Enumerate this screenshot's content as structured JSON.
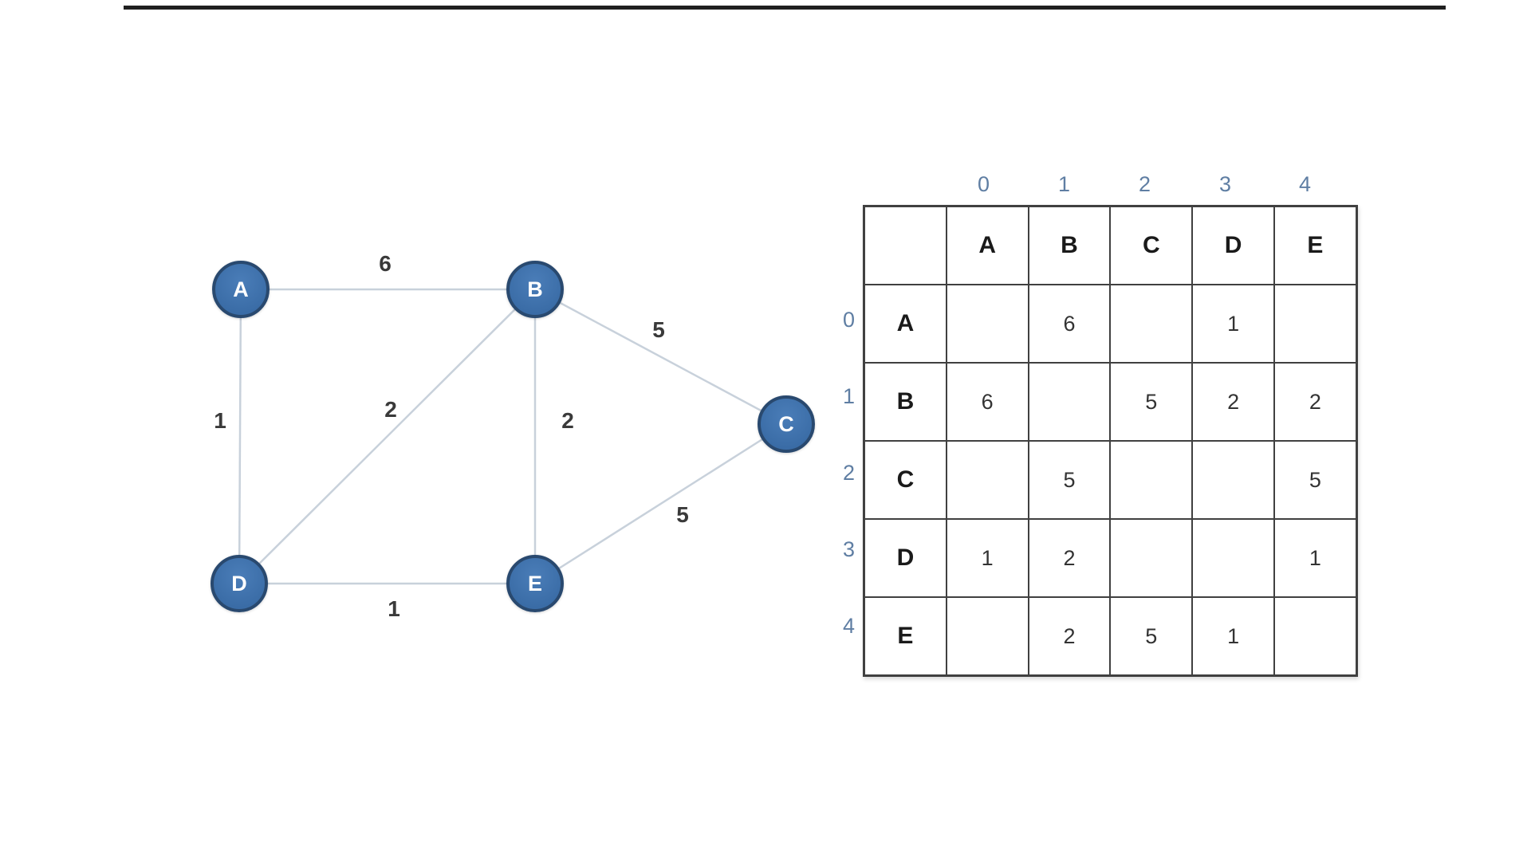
{
  "theme": {
    "background": "#ffffff",
    "top_rule": "#202020",
    "node_fill": "#3a6ca6",
    "node_fill_light": "#4a7db8",
    "node_border": "#29496f",
    "edge_stroke": "#c8d1db",
    "label_dark": "#3a3a3a",
    "index_blue": "#5f7ea3",
    "grid_border": "#404040"
  },
  "graph": {
    "nodes": [
      {
        "id": "A",
        "label": "A"
      },
      {
        "id": "B",
        "label": "B"
      },
      {
        "id": "C",
        "label": "C"
      },
      {
        "id": "D",
        "label": "D"
      },
      {
        "id": "E",
        "label": "E"
      }
    ],
    "edges": [
      {
        "from": "A",
        "to": "B",
        "weight": "6"
      },
      {
        "from": "A",
        "to": "D",
        "weight": "1"
      },
      {
        "from": "B",
        "to": "D",
        "weight": "2"
      },
      {
        "from": "B",
        "to": "E",
        "weight": "2"
      },
      {
        "from": "B",
        "to": "C",
        "weight": "5"
      },
      {
        "from": "C",
        "to": "E",
        "weight": "5"
      },
      {
        "from": "D",
        "to": "E",
        "weight": "1"
      }
    ]
  },
  "matrix": {
    "col_indices": [
      "0",
      "1",
      "2",
      "3",
      "4"
    ],
    "col_headers": [
      "A",
      "B",
      "C",
      "D",
      "E"
    ],
    "rows": [
      {
        "index": "0",
        "header": "A",
        "cells": [
          "",
          "6",
          "",
          "1",
          ""
        ]
      },
      {
        "index": "1",
        "header": "B",
        "cells": [
          "6",
          "",
          "5",
          "2",
          "2"
        ]
      },
      {
        "index": "2",
        "header": "C",
        "cells": [
          "",
          "5",
          "",
          "",
          "5"
        ]
      },
      {
        "index": "3",
        "header": "D",
        "cells": [
          "1",
          "2",
          "",
          "",
          "1"
        ]
      },
      {
        "index": "4",
        "header": "E",
        "cells": [
          "",
          "2",
          "5",
          "1",
          ""
        ]
      }
    ]
  }
}
